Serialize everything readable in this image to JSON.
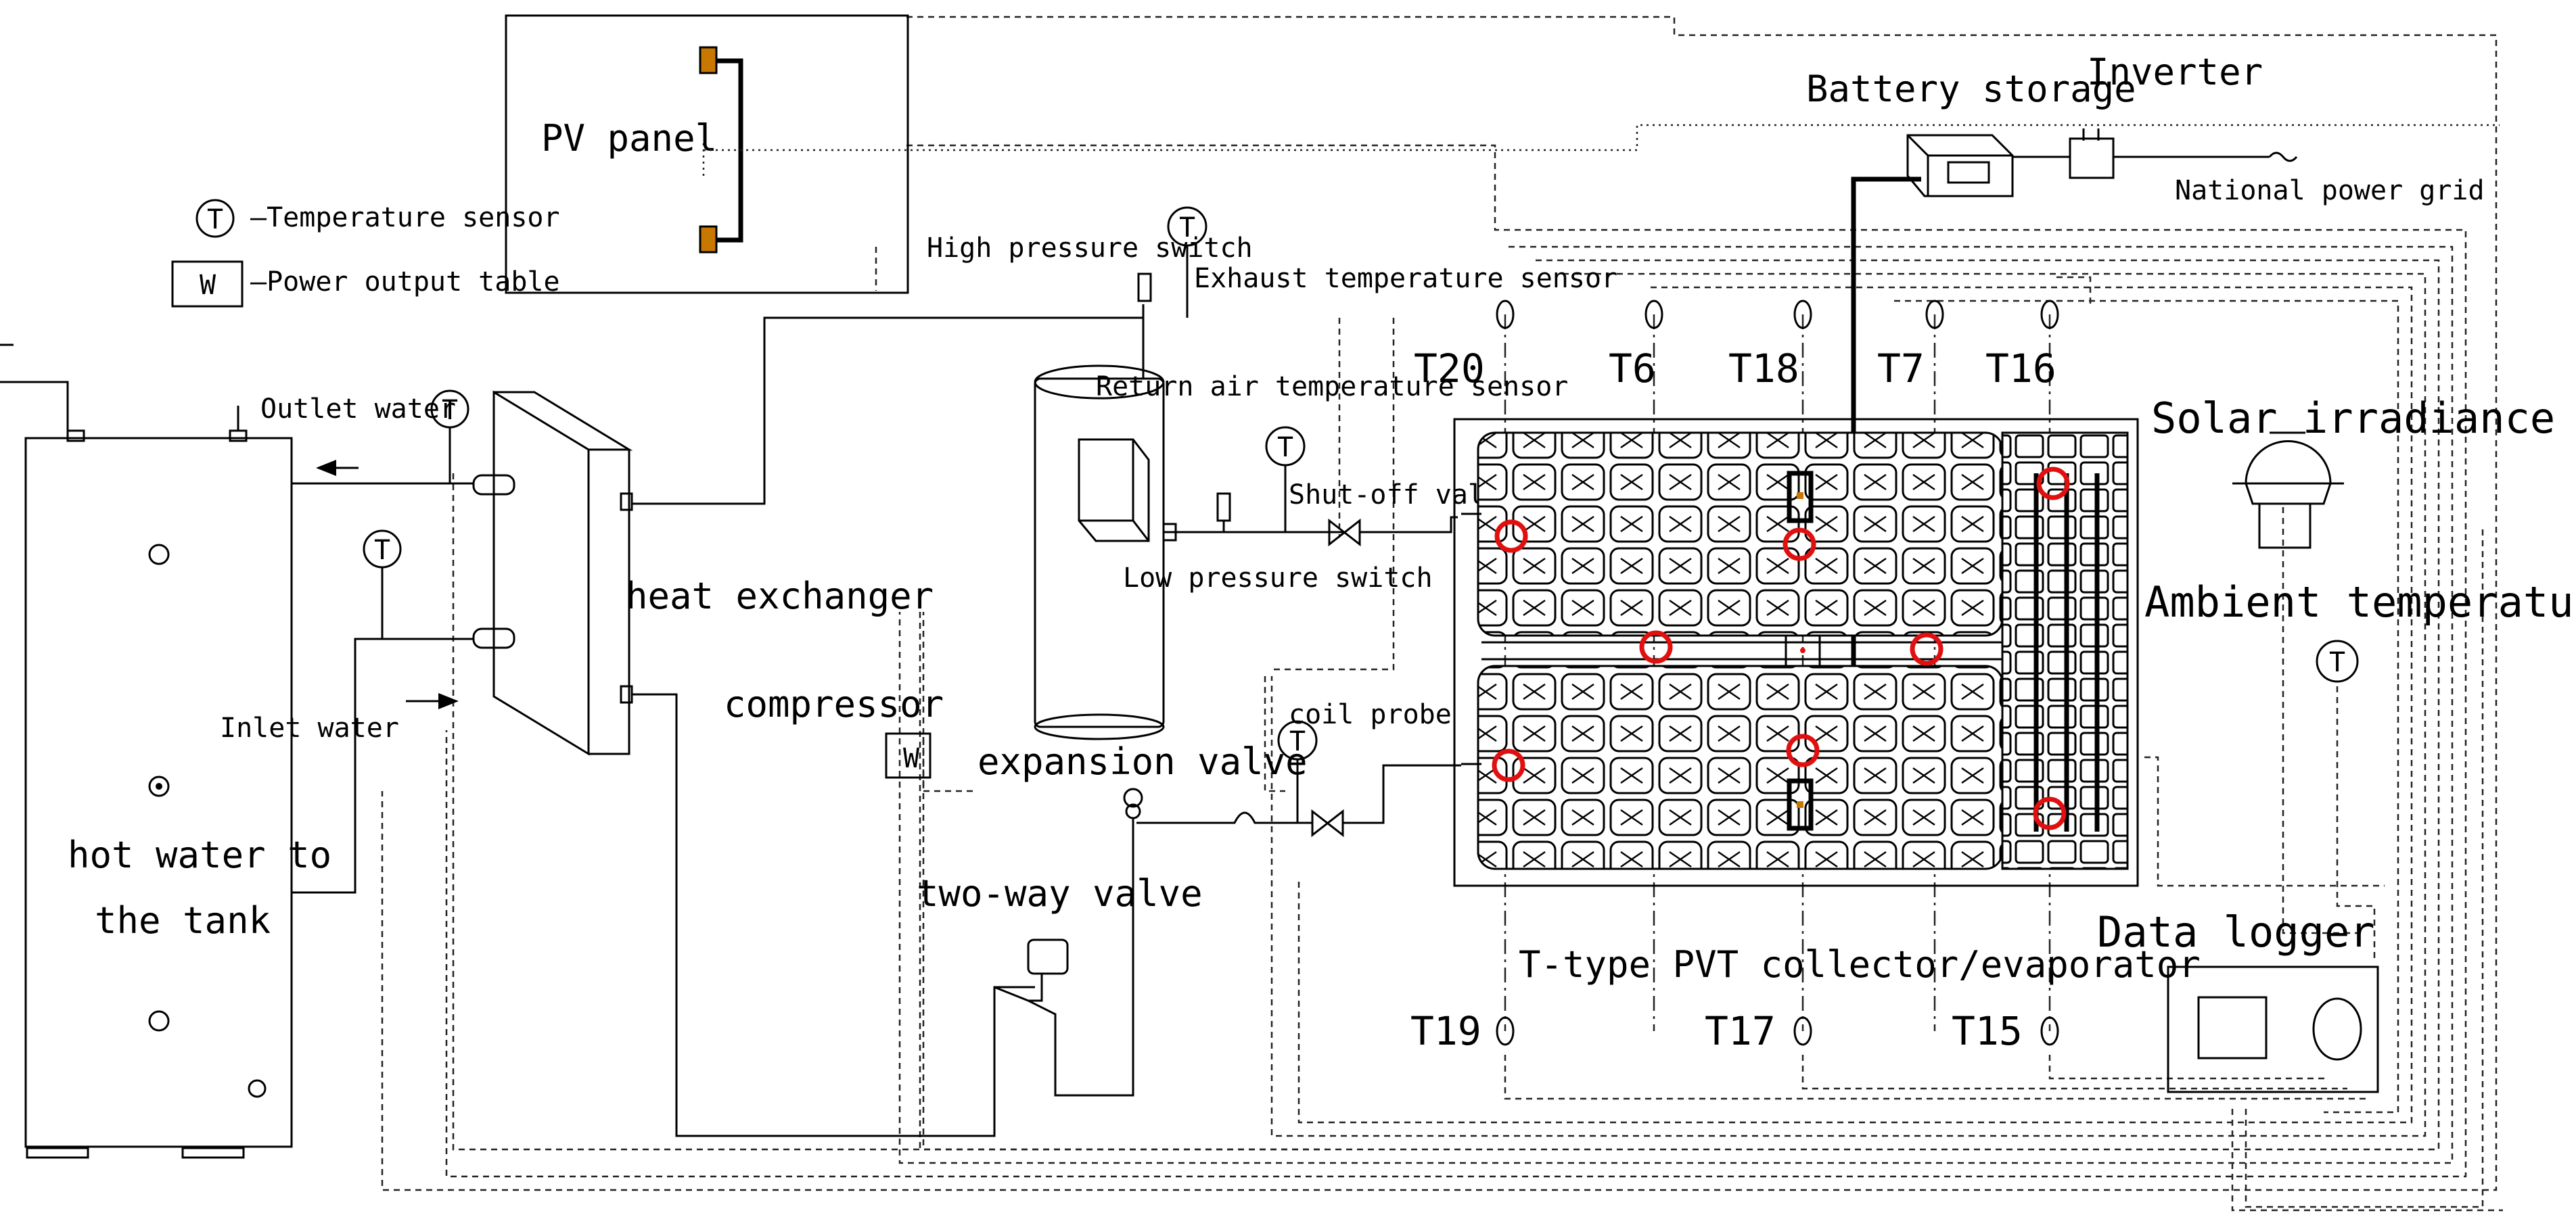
{
  "labels": {
    "pv_panel": "PV panel",
    "legend_temperature_symbol": "T",
    "legend_temperature_text": "—Temperature sensor",
    "legend_power_symbol": "W",
    "legend_power_text": "—Power output table",
    "battery_storage": "Battery storage",
    "inverter": "Inverter",
    "national_power_grid": "National power grid",
    "high_pressure_switch": "High pressure switch",
    "exhaust_temperature_sensor": "Exhaust temperature sensor",
    "return_air_temperature_sensor": "Return air temperature sensor",
    "outlet_water": "Outlet water",
    "inlet_water": "Inlet water",
    "heat_exchanger": "heat exchanger",
    "compressor": "compressor",
    "shutoff_valve": "Shut-off valve",
    "low_pressure_switch": "Low pressure switch",
    "coil_probe": "coil probe",
    "expansion_valve": "expansion valve",
    "two_way_valve": "two-way valve",
    "hot_water_line1": "hot water to",
    "hot_water_line2": "the tank",
    "solar_irradiance_sensor": "Solar irradiance sensor",
    "ambient_temperature": "Ambient temperature",
    "data_logger": "Data logger",
    "pvt_collector": "T-type PVT collector/evaporator",
    "power_meter_symbol": "W",
    "sensor_symbol": "T"
  },
  "thermocouples_top": [
    "T20",
    "T6",
    "T18",
    "T7",
    "T16"
  ],
  "thermocouples_bottom": [
    "T19",
    "T17",
    "T15"
  ],
  "colors": {
    "line": "#000000",
    "probe_marker": "#e01010",
    "background": "#ffffff"
  }
}
